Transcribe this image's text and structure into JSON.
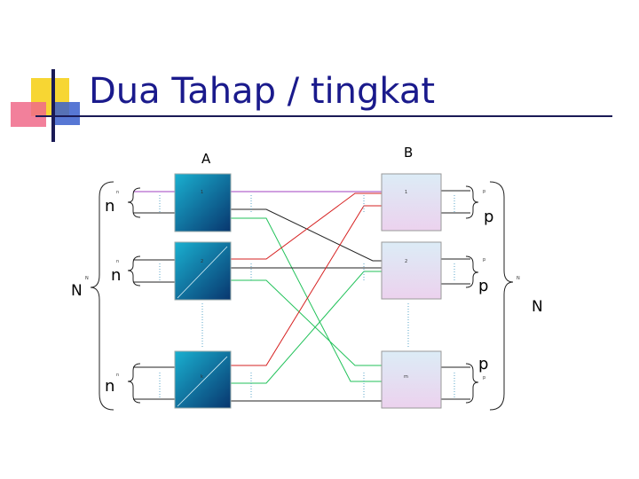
{
  "slide": {
    "title": "Dua Tahap / tingkat"
  },
  "stages": {
    "a_label": "A",
    "b_label": "B"
  },
  "left_group": {
    "n_label_1": "n",
    "n_label_2": "n",
    "n_label_3": "n",
    "n_tiny_1": "n",
    "n_tiny_2": "n",
    "n_tiny_3": "n",
    "N_label": "N",
    "N_tiny": "N"
  },
  "right_group": {
    "p_label_1": "p",
    "p_label_2": "p",
    "p_label_3": "p",
    "p_tiny_1": "p",
    "p_tiny_2": "p",
    "p_tiny_3": "p",
    "N_label": "N",
    "N_tiny": "N"
  },
  "blocks": {
    "a1": "1",
    "a2": "2",
    "ak": "k",
    "b1": "1",
    "b2": "2",
    "bm": "m"
  },
  "colors": {
    "title": "#1a1a8c",
    "accent_yellow": "#f7d633",
    "accent_pink": "#f06a8a",
    "accent_blue": "#3a5fcd",
    "a_block_top": "#1aa0c0",
    "a_block_bottom": "#0a3f7a",
    "b_block_top": "#dcecf5",
    "b_block_bottom": "#e9d4ef",
    "red": "#d62020",
    "green": "#22c25a",
    "black": "#222222",
    "purple": "#a040c0",
    "dotted": "#5aa6c8"
  }
}
